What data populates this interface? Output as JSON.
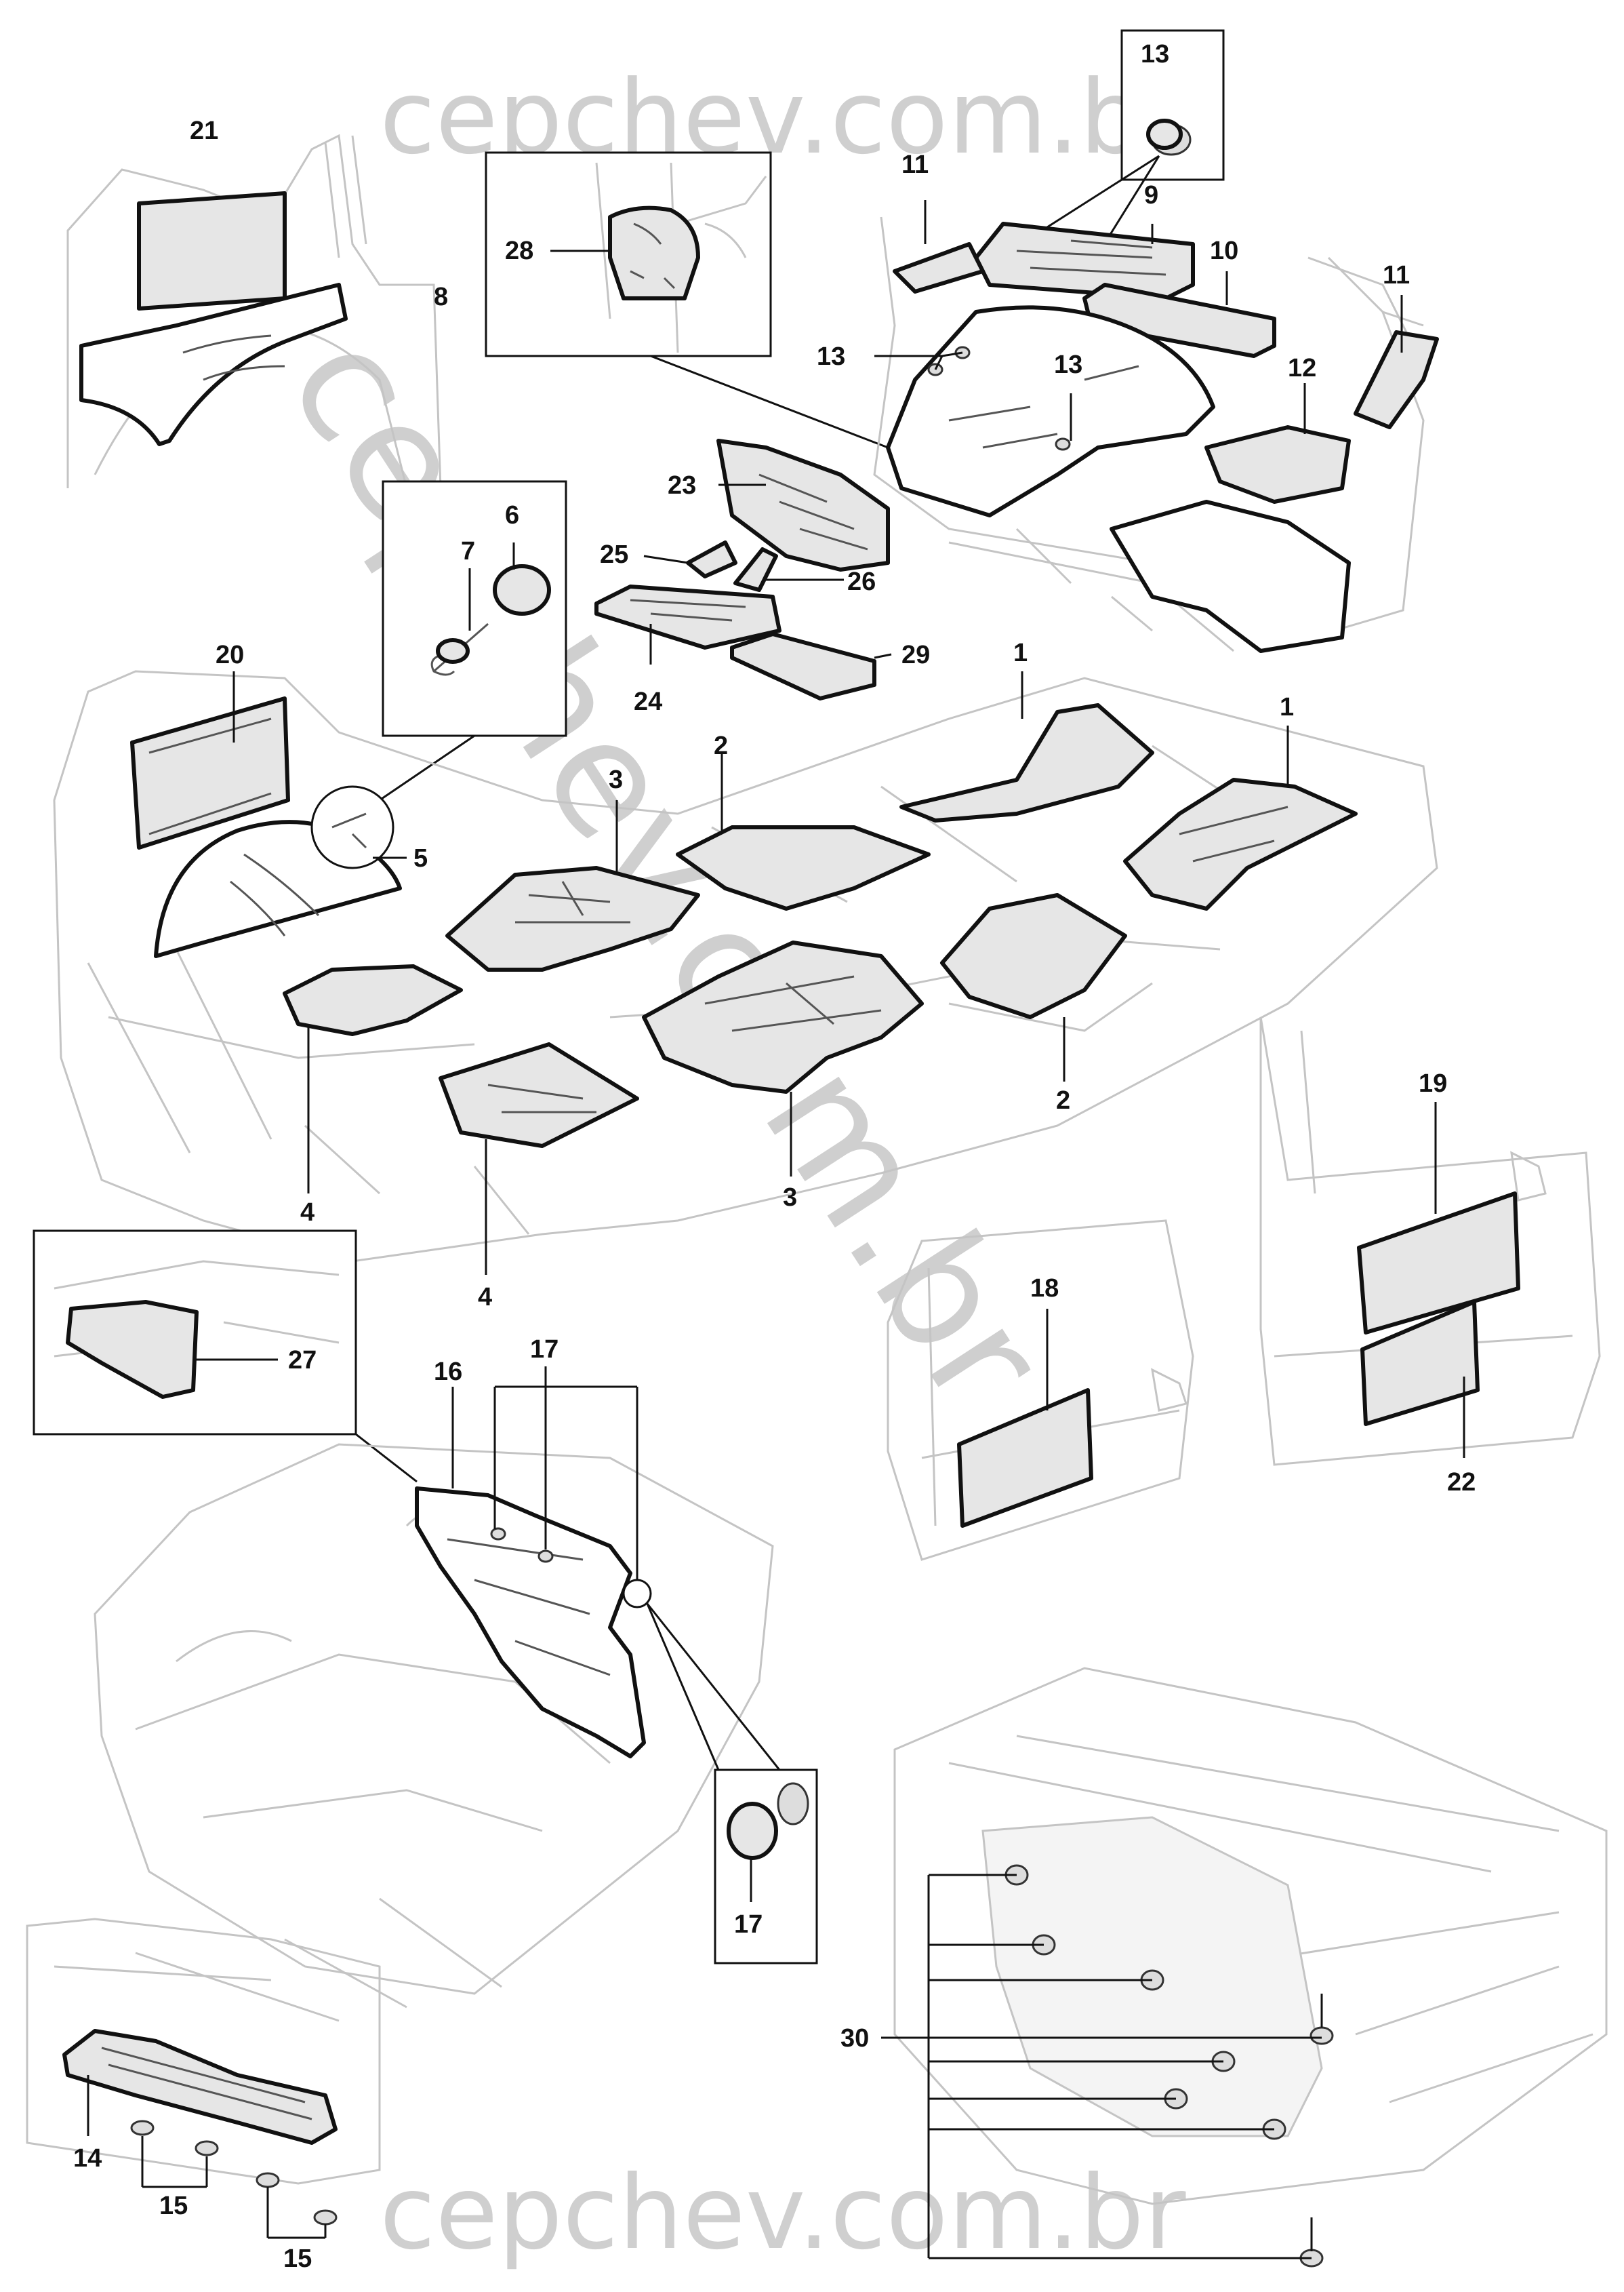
{
  "watermark": {
    "top": "cepchev.com.br",
    "bottom": "cepchev.com.br",
    "diagonal": "cepchev.com.br"
  },
  "callouts": [
    {
      "id": "c21",
      "label": "21"
    },
    {
      "id": "c8",
      "label": "8"
    },
    {
      "id": "c28",
      "label": "28"
    },
    {
      "id": "c13a",
      "label": "13"
    },
    {
      "id": "c11a",
      "label": "11"
    },
    {
      "id": "c9",
      "label": "9"
    },
    {
      "id": "c10",
      "label": "10"
    },
    {
      "id": "c11b",
      "label": "11"
    },
    {
      "id": "c13b",
      "label": "13"
    },
    {
      "id": "c13c",
      "label": "13"
    },
    {
      "id": "c12",
      "label": "12"
    },
    {
      "id": "c23",
      "label": "23"
    },
    {
      "id": "c25",
      "label": "25"
    },
    {
      "id": "c26",
      "label": "26"
    },
    {
      "id": "c29",
      "label": "29"
    },
    {
      "id": "c24",
      "label": "24"
    },
    {
      "id": "c6",
      "label": "6"
    },
    {
      "id": "c7",
      "label": "7"
    },
    {
      "id": "c20",
      "label": "20"
    },
    {
      "id": "c5",
      "label": "5"
    },
    {
      "id": "c3a",
      "label": "3"
    },
    {
      "id": "c2a",
      "label": "2"
    },
    {
      "id": "c1a",
      "label": "1"
    },
    {
      "id": "c1b",
      "label": "1"
    },
    {
      "id": "c4a",
      "label": "4"
    },
    {
      "id": "c4b",
      "label": "4"
    },
    {
      "id": "c3b",
      "label": "3"
    },
    {
      "id": "c2b",
      "label": "2"
    },
    {
      "id": "c19",
      "label": "19"
    },
    {
      "id": "c18",
      "label": "18"
    },
    {
      "id": "c22",
      "label": "22"
    },
    {
      "id": "c27",
      "label": "27"
    },
    {
      "id": "c16",
      "label": "16"
    },
    {
      "id": "c17a",
      "label": "17"
    },
    {
      "id": "c17b",
      "label": "17"
    },
    {
      "id": "c14",
      "label": "14"
    },
    {
      "id": "c15a",
      "label": "15"
    },
    {
      "id": "c15b",
      "label": "15"
    },
    {
      "id": "c30",
      "label": "30"
    }
  ]
}
